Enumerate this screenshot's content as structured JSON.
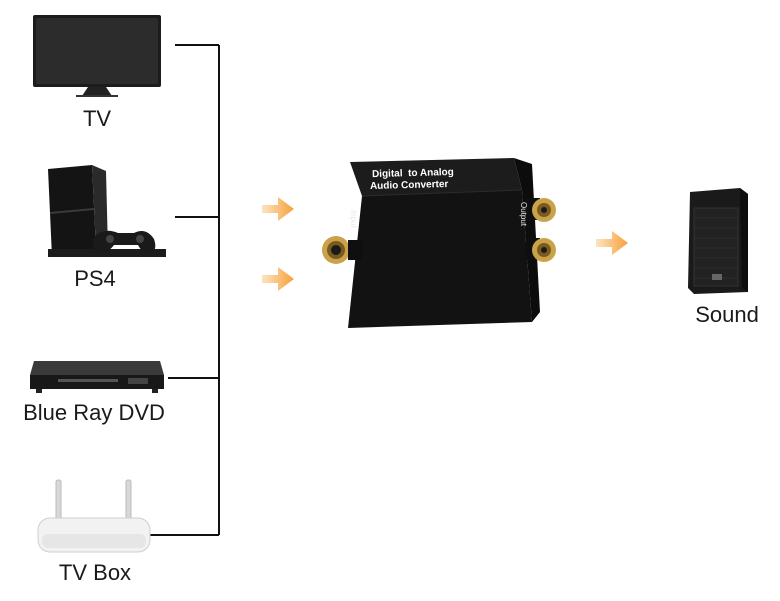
{
  "sources": [
    {
      "label": "TV",
      "icon": "tv-icon"
    },
    {
      "label": "PS4",
      "icon": "game-console-icon"
    },
    {
      "label": "Blue Ray DVD",
      "icon": "dvd-player-icon"
    },
    {
      "label": "TV Box",
      "icon": "set-top-box-icon"
    }
  ],
  "converter": {
    "title_line1": "Digital  to Analog",
    "title_line2": "Audio Converter",
    "input_label": "Input",
    "output_label": "Output",
    "icon": "dac-converter-icon"
  },
  "output": {
    "label": "Sound",
    "icon": "speaker-icon"
  },
  "colors": {
    "arrow": "#f7a13a",
    "line": "#111111",
    "device": "#161616",
    "gold": "#c9a24a"
  }
}
